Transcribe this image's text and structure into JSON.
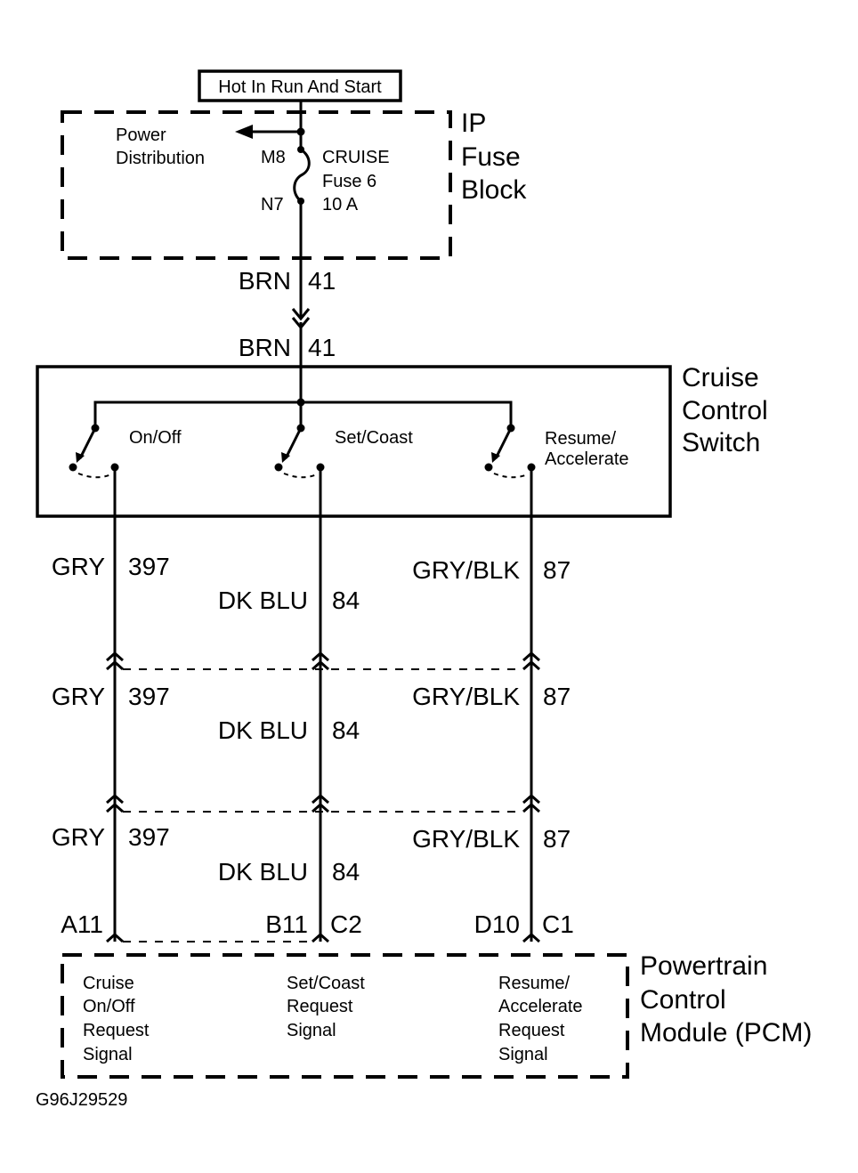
{
  "diagram": {
    "title": "Cruise Control Switch Circuit",
    "figure_id": "G96J29529",
    "power_source": {
      "label": "Hot In Run And Start"
    },
    "fuse_block": {
      "name_lines": [
        "IP",
        "Fuse",
        "Block"
      ],
      "power_distribution_lines": [
        "Power",
        "Distribution"
      ],
      "fuse": {
        "in_terminal": "M8",
        "out_terminal": "N7",
        "label_lines": [
          "CRUISE",
          "Fuse 6",
          "10 A"
        ]
      }
    },
    "feed_wire": {
      "upper": {
        "color": "BRN",
        "circuit": "41"
      },
      "lower": {
        "color": "BRN",
        "circuit": "41"
      }
    },
    "switch": {
      "name_lines": [
        "Cruise",
        "Control",
        "Switch"
      ],
      "positions": [
        {
          "label_lines": [
            "On/Off"
          ]
        },
        {
          "label_lines": [
            "Set/Coast"
          ]
        },
        {
          "label_lines": [
            "Resume/",
            "Accelerate"
          ]
        }
      ]
    },
    "wires": [
      {
        "color": "GRY",
        "circuit": "397",
        "pcm_pin": "A11"
      },
      {
        "color": "DK BLU",
        "circuit": "84",
        "pcm_pin": "B11"
      },
      {
        "color": "GRY/BLK",
        "circuit": "87",
        "pcm_pin": "D10"
      }
    ],
    "connectors": {
      "c2": "C2",
      "c1": "C1"
    },
    "pcm": {
      "name_lines": [
        "Powertrain",
        "Control",
        "Module (PCM)"
      ],
      "inputs": [
        {
          "label_lines": [
            "Cruise",
            "On/Off",
            "Request",
            "Signal"
          ]
        },
        {
          "label_lines": [
            "Set/Coast",
            "Request",
            "Signal"
          ]
        },
        {
          "label_lines": [
            "Resume/",
            "Accelerate",
            "Request",
            "Signal"
          ]
        }
      ]
    }
  }
}
